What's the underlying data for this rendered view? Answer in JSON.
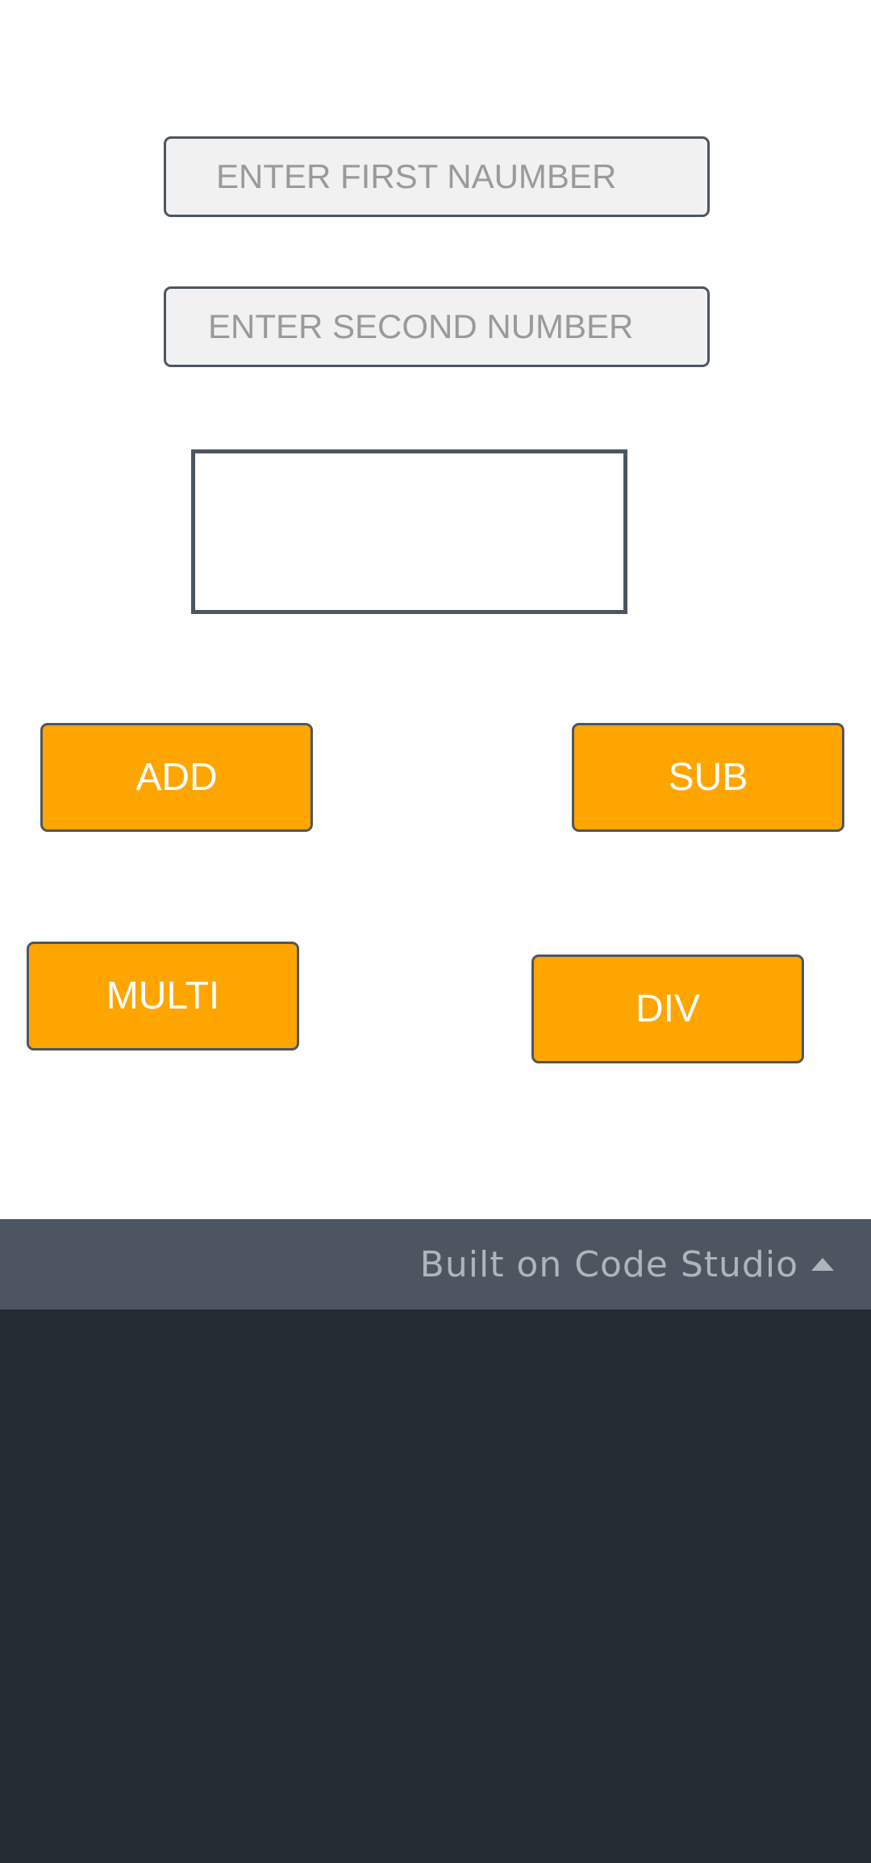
{
  "inputs": {
    "first": {
      "placeholder": "ENTER FIRST NAUMBER",
      "value": ""
    },
    "second": {
      "placeholder": "ENTER SECOND NUMBER",
      "value": ""
    }
  },
  "result": {
    "value": ""
  },
  "buttons": {
    "add": "ADD",
    "sub": "SUB",
    "multi": "MULTI",
    "div": "DIV"
  },
  "footer": {
    "label": "Built on Code Studio",
    "icon": "caret-up-icon"
  },
  "colors": {
    "button_bg": "#ffa500",
    "button_text": "#ffffff",
    "border": "#4d5660",
    "footer_bg": "#4d5660",
    "footer_text": "#aeb4ba",
    "dark_bg": "#232b33"
  }
}
